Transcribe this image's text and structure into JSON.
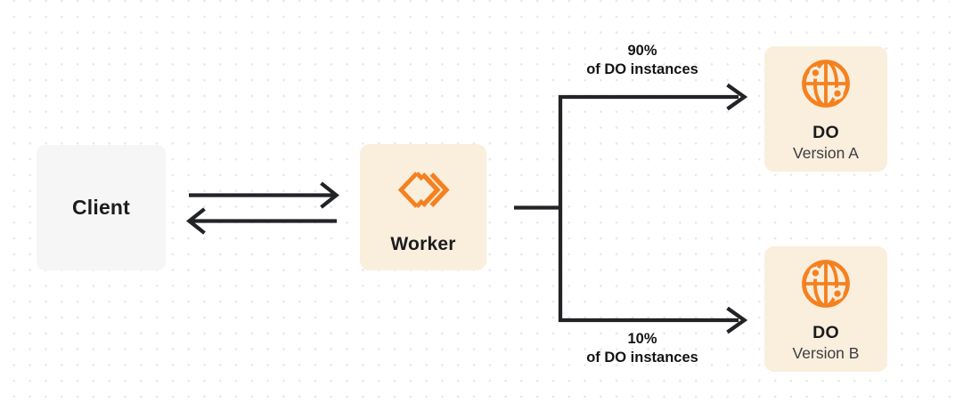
{
  "colors": {
    "accent_orange": "#F48120",
    "panel_cream": "#FAEEDC",
    "panel_gray": "#F6F6F7",
    "connector_dark": "#222326",
    "text_dark": "#1C1C1F",
    "text_secondary": "#3C3C42"
  },
  "nodes": {
    "client": {
      "label": "Client"
    },
    "worker": {
      "label": "Worker",
      "icon": "workers-chevron-icon"
    },
    "do_a": {
      "title": "DO",
      "subtitle": "Version A",
      "icon": "durable-object-globe-icon"
    },
    "do_b": {
      "title": "DO",
      "subtitle": "Version B",
      "icon": "durable-object-globe-icon"
    }
  },
  "branch_labels": {
    "top": {
      "line1": "90%",
      "line2": "of DO instances"
    },
    "bottom": {
      "line1": "10%",
      "line2": "of DO instances"
    }
  }
}
